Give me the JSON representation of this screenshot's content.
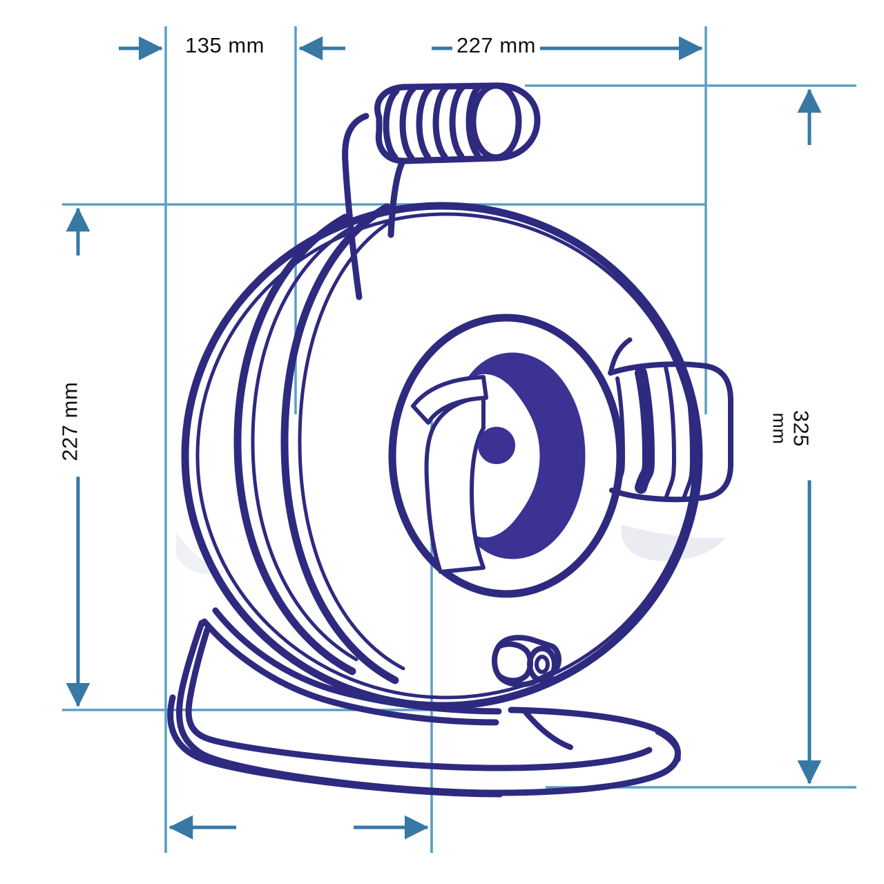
{
  "drawing": {
    "title": "Cable reel technical dimension drawing",
    "product": "cable-reel",
    "colors": {
      "dimension_line": "#3878a4",
      "dimension_line_light": "#5b9fc4",
      "product_outline": "#2e2a7f",
      "text": "#111111",
      "background": "#ffffff",
      "shadow": "#e8e9ef"
    }
  },
  "dimensions": {
    "width_handle_offset": {
      "value": "135 mm",
      "number": 135,
      "unit": "mm",
      "orientation": "horizontal",
      "position": "top-left"
    },
    "width_drum": {
      "value": "227 mm",
      "number": 227,
      "unit": "mm",
      "orientation": "horizontal",
      "position": "top-right"
    },
    "height_drum": {
      "value": "227 mm",
      "number": 227,
      "unit": "mm",
      "orientation": "vertical",
      "position": "left"
    },
    "height_overall": {
      "value_line1": "325",
      "value_line2": "mm",
      "value": "325 mm",
      "number": 325,
      "unit": "mm",
      "orientation": "vertical",
      "position": "right"
    },
    "base_width": {
      "value": "",
      "orientation": "horizontal",
      "position": "bottom",
      "labelled": false
    }
  },
  "parts": [
    {
      "name": "handle-grip",
      "label": "Ribbed rotating handle grip"
    },
    {
      "name": "handle-arm",
      "label": "Handle crank arm"
    },
    {
      "name": "reel-drum",
      "label": "Outer reel drum flange"
    },
    {
      "name": "reel-inner-flange",
      "label": "Inner reel flange"
    },
    {
      "name": "center-hub",
      "label": "Center hub with crescent ring"
    },
    {
      "name": "hub-axle-dot",
      "label": "Axle centre point"
    },
    {
      "name": "socket-housing",
      "label": "Socket outlet housing"
    },
    {
      "name": "cable-outlet",
      "label": "Cable outlet nozzle"
    },
    {
      "name": "base-stand",
      "label": "U-shaped base stand"
    }
  ]
}
